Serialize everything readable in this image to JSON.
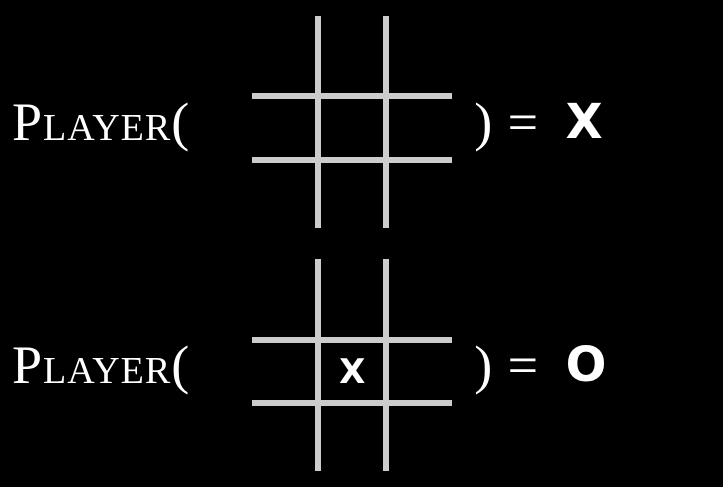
{
  "colors": {
    "background": "#000000",
    "text": "#ffffff",
    "grid_line": "#cccccc",
    "mark": "#ffffff"
  },
  "rows": [
    {
      "function_name": "Player(",
      "close": ") = ",
      "result": "X",
      "board": [
        "",
        "",
        "",
        "",
        "",
        "",
        "",
        "",
        ""
      ]
    },
    {
      "function_name": "Player(",
      "close": ") = ",
      "result": "O",
      "board": [
        "",
        "",
        "",
        "",
        "X",
        "",
        "",
        "",
        ""
      ]
    }
  ]
}
